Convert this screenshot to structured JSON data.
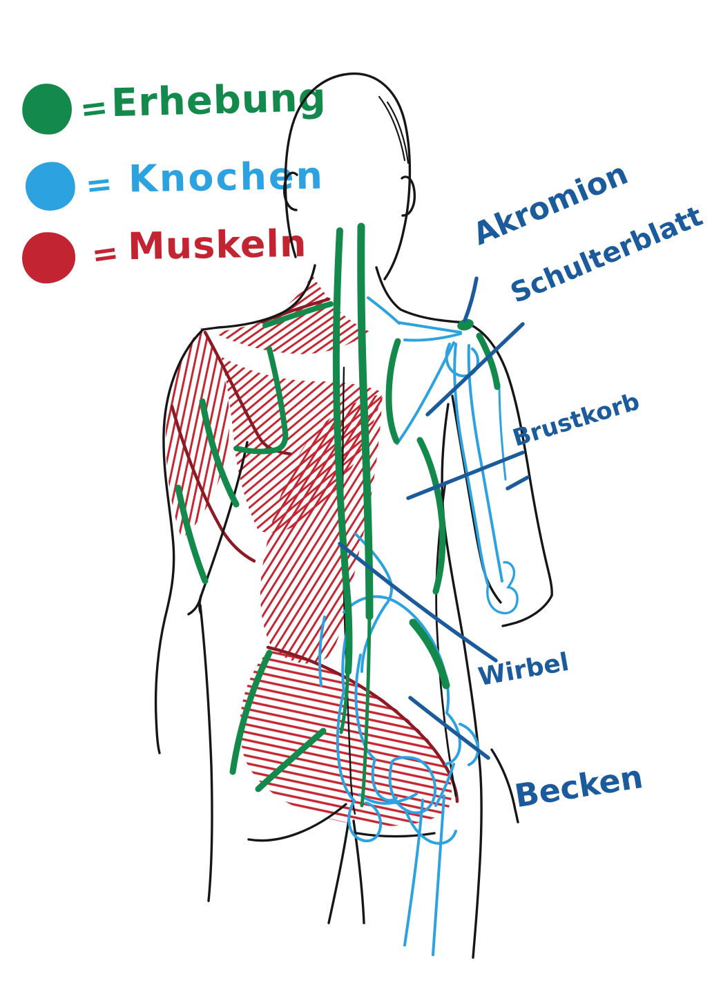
{
  "legend": {
    "equals_sign": "=",
    "items": [
      {
        "id": "erhebung",
        "label": "Erhebung",
        "color": "#13894b",
        "swatch": "green-dot"
      },
      {
        "id": "knochen",
        "label": "Knochen",
        "color": "#2ca2e0",
        "swatch": "blue-dot"
      },
      {
        "id": "muskeln",
        "label": "Muskeln",
        "color": "#c32431",
        "swatch": "red-dot"
      }
    ]
  },
  "annotations": {
    "akromion": "Akromion",
    "schulterblatt": "Schulterblatt",
    "brustkorb": "Brustkorb",
    "wirbel": "Wirbel",
    "becken": "Becken"
  },
  "colors": {
    "elevation_green": "#13894b",
    "bone_light_blue": "#2ca2e0",
    "muscle_red": "#c42632",
    "muscle_dark_red": "#8c1a24",
    "label_dark_blue": "#1b5b9b",
    "outline_black": "#161616"
  }
}
